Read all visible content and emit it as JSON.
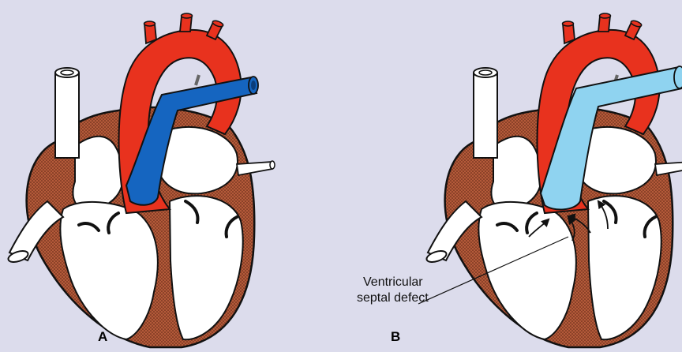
{
  "panels": [
    {
      "id": "A",
      "label": "A"
    },
    {
      "id": "B",
      "label": "B"
    }
  ],
  "annotation": {
    "line1": "Ventricular",
    "line2": "septal defect"
  },
  "colors": {
    "background": "#dcdcec",
    "myocardium": "#b45a3a",
    "myocardium_dots": "#5a2412",
    "chamber": "#ffffff",
    "aorta": "#e8321e",
    "pulmonary_artery_normal": "#1565c0",
    "pulmonary_artery_vsd": "#8fd3f0",
    "outline": "#111111"
  },
  "icons": {
    "flow_arrows": "curved-flow-arrow",
    "pointer": "leader-line"
  }
}
